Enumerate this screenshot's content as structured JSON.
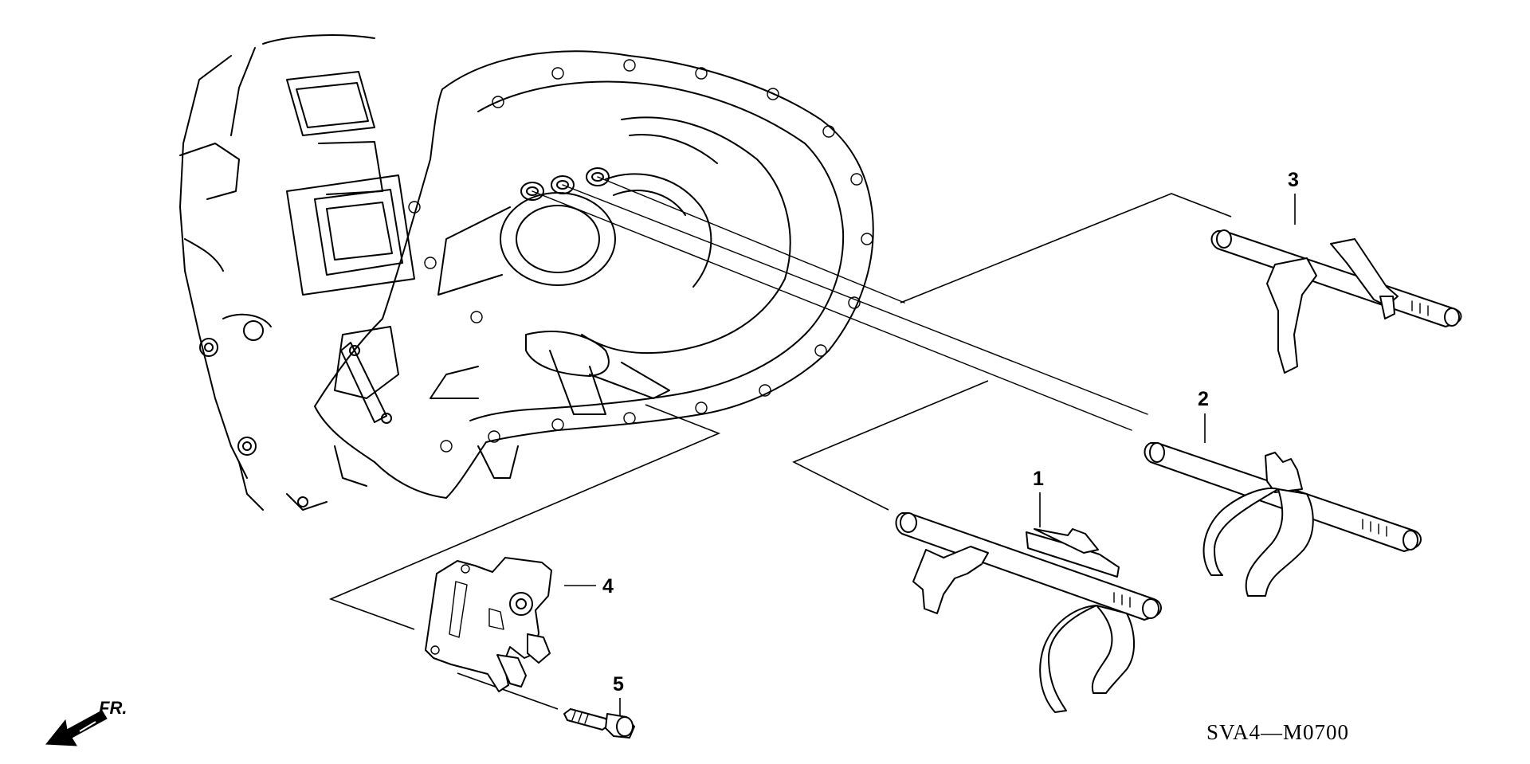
{
  "callouts": {
    "part_1": "1",
    "part_2": "2",
    "part_3": "3",
    "part_4": "4",
    "part_5": "5"
  },
  "direction_label": "FR.",
  "diagram_code": "SVA4—M0700"
}
